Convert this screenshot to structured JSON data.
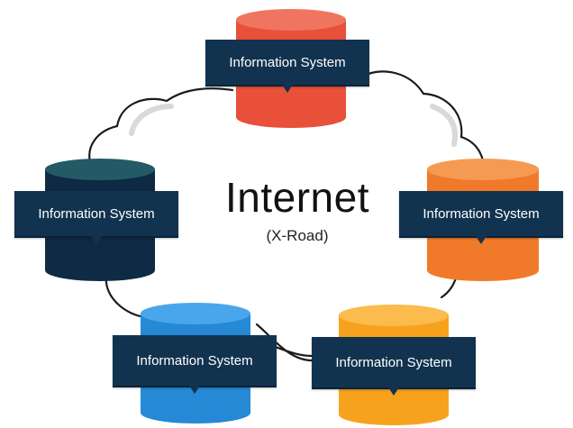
{
  "center": {
    "title": "Internet",
    "subtitle": "(X-Road)"
  },
  "nodes": [
    {
      "id": "top",
      "label": "Information System",
      "color": "#e8503a",
      "top_color": "#f07560",
      "side": "#c93d2a"
    },
    {
      "id": "left",
      "label": "Information System",
      "color": "#0f2a44",
      "top_color": "#245a66",
      "side": "#0a1d30"
    },
    {
      "id": "right",
      "label": "Information System",
      "color": "#f07a2a",
      "top_color": "#f59a52",
      "side": "#d9631a"
    },
    {
      "id": "bottom-left",
      "label": "Information System",
      "color": "#2589d6",
      "top_color": "#4aa6ea",
      "side": "#1a6fb3"
    },
    {
      "id": "bottom-right",
      "label": "Information System",
      "color": "#f7a21c",
      "top_color": "#fbbb4d",
      "side": "#e08a0c"
    }
  ],
  "colors": {
    "label_bg": "#12334f",
    "cloud_stroke": "#1b1b1b"
  }
}
